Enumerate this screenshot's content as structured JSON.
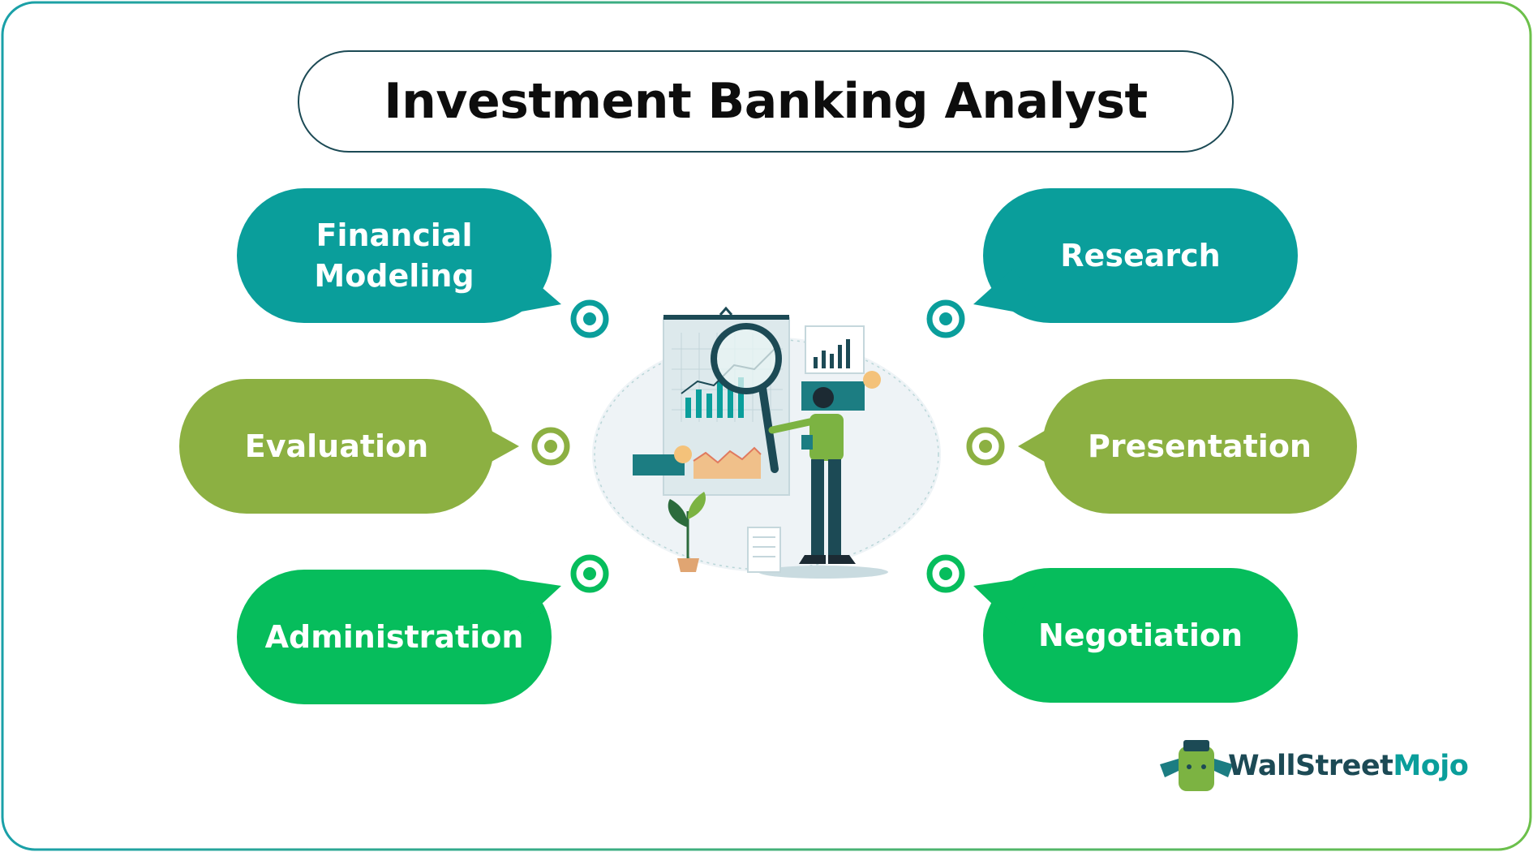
{
  "title": "Investment Banking Analyst",
  "skills": {
    "financial_modeling": [
      "Financial",
      "Modeling"
    ],
    "evaluation": "Evaluation",
    "administration": "Administration",
    "research": "Research",
    "presentation": "Presentation",
    "negotiation": "Negotiation"
  },
  "logo": {
    "part1": "WallStreet",
    "part2": "Mojo"
  },
  "colors": {
    "teal": "#0a9e9b",
    "olive": "#8cb042",
    "green": "#06bd5c",
    "dark": "#1c4a55",
    "frame_start": "#1aa0a8",
    "frame_end": "#6cc04a"
  }
}
